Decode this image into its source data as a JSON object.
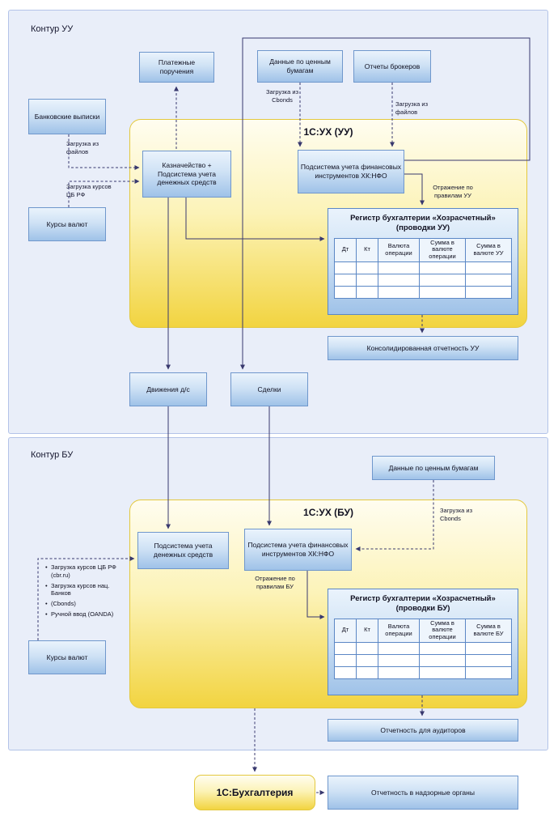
{
  "contour_uu": {
    "label": "Контур УУ",
    "boxes": {
      "payment_orders": "Платежные поручения",
      "securities_data": "Данные по ценным бумагам",
      "broker_reports": "Отчеты брокеров",
      "bank_statements": "Банковские выписки",
      "currency_rates": "Курсы валют",
      "cash_movements": "Движения д/с",
      "deals": "Сделки",
      "consolidated_reporting": "Консолидированная отчетность УУ"
    },
    "system": {
      "title": "1С:УХ (УУ)",
      "treasury": "Казначейство + Подсистема учета денежных средств",
      "fin_instruments": "Подсистема учета финансовых инструментов ХК:НФО",
      "registry": {
        "title": "Регистр бухгалтерии «Хозрасчетный» (проводки УУ)",
        "columns": [
          "Дт",
          "Кт",
          "Валюта операции",
          "Сумма в валюте операции",
          "Сумма в валюте УУ"
        ]
      }
    },
    "labels": {
      "load_from_files_left": "Загрузка из файлов",
      "load_cbr_rates": "Загрузка курсов ЦБ РФ",
      "load_from_cbonds": "Загрузка из Cbonds",
      "load_from_files_right": "Загрузка из файлов",
      "reflection_rules": "Отражение по правилам УУ"
    }
  },
  "contour_bu": {
    "label": "Контур БУ",
    "boxes": {
      "securities_data": "Данные по ценным бумагам",
      "currency_rates": "Курсы валют",
      "auditor_reporting": "Отчетность для аудиторов"
    },
    "system": {
      "title": "1С:УХ (БУ)",
      "cash_subsystem": "Подсистема учета денежных средств",
      "fin_instruments": "Подсистема учета финансовых инструментов ХК:НФО",
      "registry": {
        "title": "Регистр бухгалтерии «Хозрасчетный» (проводки БУ)",
        "columns": [
          "Дт",
          "Кт",
          "Валюта операции",
          "Сумма в валюте операции",
          "Сумма в валюте БУ"
        ]
      }
    },
    "rate_sources": [
      "Загрузка курсов ЦБ РФ (cbr.ru)",
      "Загрузка курсов нац. Банков",
      "(Cbonds)",
      "Ручной ввод (OANDA)"
    ],
    "labels": {
      "load_from_cbonds": "Загрузка из Cbonds",
      "reflection_rules": "Отражение по правилам БУ"
    }
  },
  "footer": {
    "accounting_1c": "1С:Бухгалтерия",
    "regulatory_reporting": "Отчетность в надзорные органы"
  },
  "colors": {
    "line": "#38386e",
    "box_border": "#6f97cc",
    "yellow": "#f2d440"
  }
}
